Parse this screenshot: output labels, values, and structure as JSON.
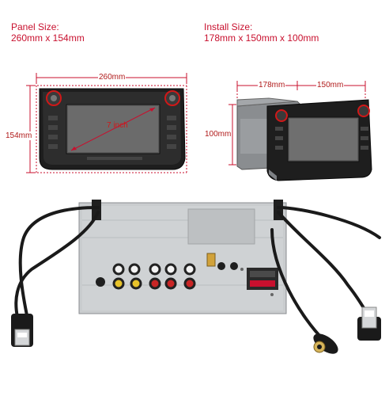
{
  "panel": {
    "title": "Panel Size:",
    "value": "260mm x 154mm",
    "width_label": "260mm",
    "height_label": "154mm",
    "screen_label": "7 inch"
  },
  "install": {
    "title": "Install Size:",
    "value": "178mm x 150mm x 100mm",
    "width_label": "178mm",
    "depth_label": "150mm",
    "height_label": "100mm"
  },
  "colors": {
    "dimension_red": "#c8102e",
    "unit_body": "#2a2a2a",
    "screen": "#5a5a5a",
    "chassis": "#c9ccce"
  }
}
